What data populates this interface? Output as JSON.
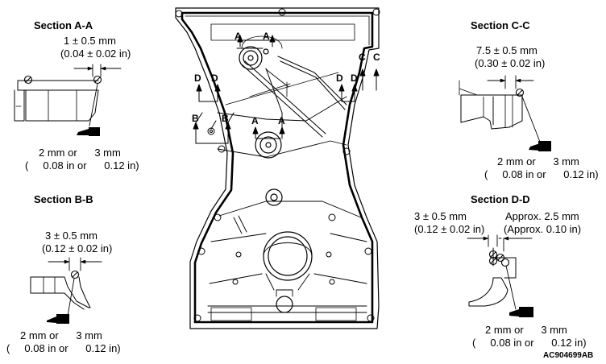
{
  "sections": {
    "aa": {
      "title": "Section A-A",
      "dim_mm": "1 ± 0.5 mm",
      "dim_in": "(0.04 ± 0.02 in)",
      "bead_mm": "2 mm or      3 mm",
      "bead_in": "(     0.08 in or      0.12 in)"
    },
    "bb": {
      "title": "Section B-B",
      "dim_mm": "3 ± 0.5 mm",
      "dim_in": "(0.12 ± 0.02 in)",
      "bead_mm": "2 mm or      3 mm",
      "bead_in": "(     0.08 in or      0.12 in)"
    },
    "cc": {
      "title": "Section C-C",
      "dim_mm": "7.5 ± 0.5 mm",
      "dim_in": "(0.30 ± 0.02 in)",
      "bead_mm": "2 mm or      3 mm",
      "bead_in": "(     0.08 in or      0.12 in)"
    },
    "dd": {
      "title": "Section D-D",
      "dim_mm": "3 ± 0.5 mm",
      "dim_in": "(0.12 ± 0.02 in)",
      "approx_mm": "Approx. 2.5 mm",
      "approx_in": "(Approx. 0.10 in)",
      "bead_mm": "2 mm or      3 mm",
      "bead_in": "(     0.08 in or      0.12 in)"
    }
  },
  "markers": {
    "a": "A",
    "b": "B",
    "c": "C",
    "d": "D"
  },
  "figure_code": "AC904699AB"
}
